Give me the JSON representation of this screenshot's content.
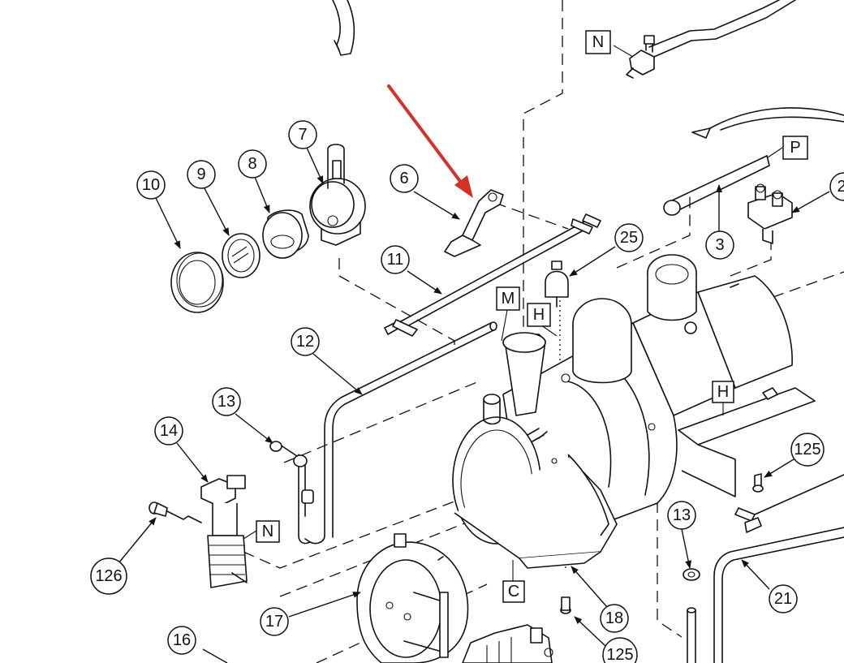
{
  "balloons": [
    {
      "id": "b10",
      "text": "10"
    },
    {
      "id": "b9",
      "text": "9"
    },
    {
      "id": "b8",
      "text": "8"
    },
    {
      "id": "b7",
      "text": "7"
    },
    {
      "id": "b6",
      "text": "6"
    },
    {
      "id": "b11",
      "text": "11"
    },
    {
      "id": "b12",
      "text": "12"
    },
    {
      "id": "b13a",
      "text": "13"
    },
    {
      "id": "b14",
      "text": "14"
    },
    {
      "id": "b126",
      "text": "126"
    },
    {
      "id": "b17",
      "text": "17"
    },
    {
      "id": "b16",
      "text": "16"
    },
    {
      "id": "b25",
      "text": "25"
    },
    {
      "id": "b3",
      "text": "3"
    },
    {
      "id": "b2",
      "text": "2"
    },
    {
      "id": "b125a",
      "text": "125"
    },
    {
      "id": "b13b",
      "text": "13"
    },
    {
      "id": "b21",
      "text": "21"
    },
    {
      "id": "b18",
      "text": "18"
    },
    {
      "id": "b125b",
      "text": "125"
    }
  ],
  "references": [
    {
      "id": "rN1",
      "text": "N"
    },
    {
      "id": "rP",
      "text": "P"
    },
    {
      "id": "rM",
      "text": "M"
    },
    {
      "id": "rH1",
      "text": "H"
    },
    {
      "id": "rH2",
      "text": "H"
    },
    {
      "id": "rN2",
      "text": "N"
    },
    {
      "id": "rC",
      "text": "C"
    }
  ],
  "colors": {
    "highlight_arrow": "#d93025",
    "line": "#111111"
  }
}
